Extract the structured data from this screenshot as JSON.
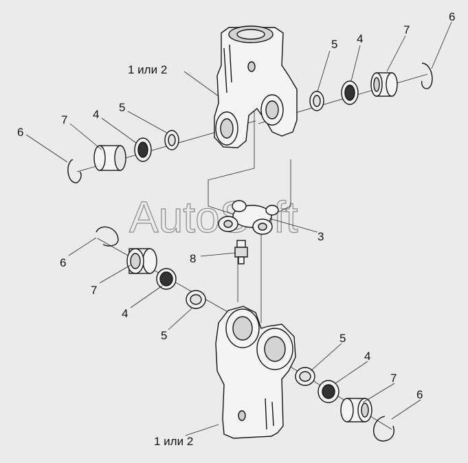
{
  "watermark": "AutoSoft",
  "colors": {
    "background": "#ebebeb",
    "part_fill": "#f4f4f4",
    "shade": "#d4d4d4",
    "line": "#111111"
  },
  "labels": {
    "fork_top": "1 или 2",
    "fork_bottom": "1 или 2",
    "cross": "3",
    "grease_fitting": "8",
    "seal_tr": "4",
    "washer_tr": "5",
    "bearing_tr": "7",
    "ring_tr": "6",
    "ring_tl": "6",
    "bearing_tl": "7",
    "seal_tl": "4",
    "washer_tl": "5",
    "ring_ml": "6",
    "bearing_ml": "7",
    "seal_ml": "4",
    "washer_ml": "5",
    "washer_br": "5",
    "seal_br": "4",
    "bearing_br": "7",
    "ring_br": "6"
  }
}
